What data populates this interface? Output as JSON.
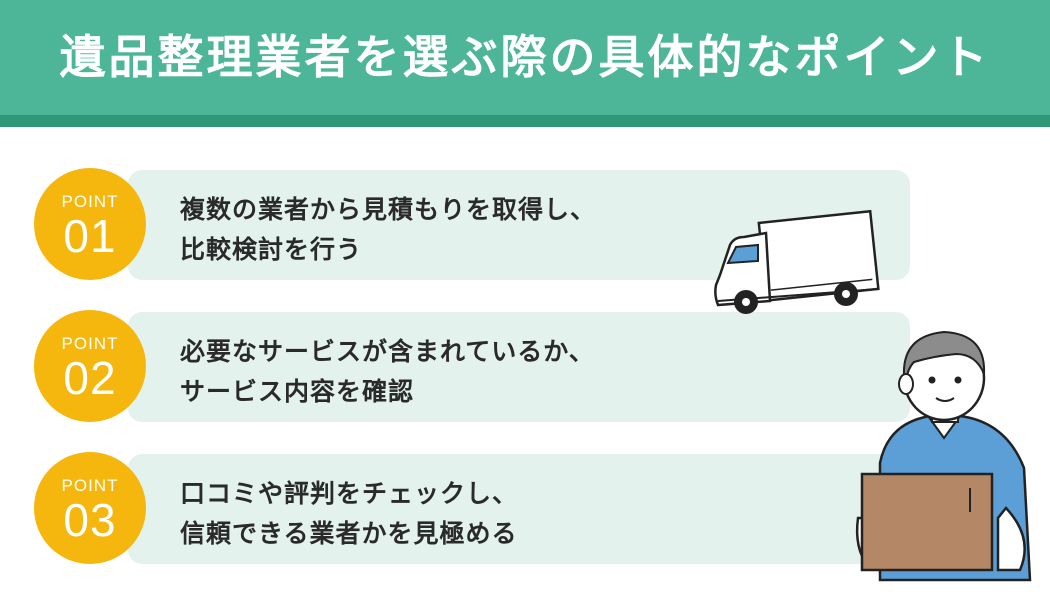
{
  "header": {
    "title": "遺品整理業者を選ぶ際の具体的なポイント"
  },
  "points": [
    {
      "label": "POINT",
      "number": "01",
      "line1": "複数の業者から見積もりを取得し、",
      "line2": "比較検討を行う"
    },
    {
      "label": "POINT",
      "number": "02",
      "line1": "必要なサービスが含まれているか、",
      "line2": "サービス内容を確認"
    },
    {
      "label": "POINT",
      "number": "03",
      "line1": "口コミや評判をチェックし、",
      "line2": "信頼できる業者かを見極める"
    }
  ],
  "colors": {
    "header": "#4db598",
    "header_shadow": "#2f9877",
    "row_background": "#e3f2ec",
    "badge": "#f5b70d",
    "shirt": "#5b9fd6",
    "box": "#b48766"
  },
  "illustrations": [
    "truck-icon",
    "delivery-person-icon",
    "cardboard-box-icon"
  ]
}
